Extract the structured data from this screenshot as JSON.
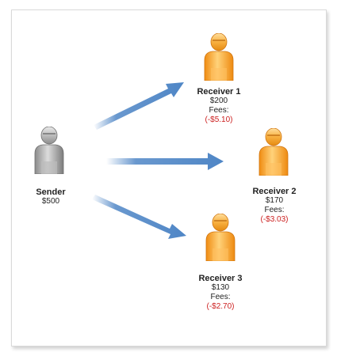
{
  "sender": {
    "label": "Sender",
    "amount": "$500"
  },
  "receivers": [
    {
      "label": "Receiver 1",
      "amount": "$200",
      "fees_label": "Fees:",
      "fees": "(-$5.10)"
    },
    {
      "label": "Receiver 2",
      "amount": "$170",
      "fees_label": "Fees:",
      "fees": "(-$3.03)"
    },
    {
      "label": "Receiver 3",
      "amount": "$130",
      "fees_label": "Fees:",
      "fees": "(-$2.70)"
    }
  ],
  "colors": {
    "sender_person": "#a9a9a9",
    "receiver_person": "#f7a234",
    "arrow": "#4f86c6",
    "fee_text": "#cc1f1f"
  },
  "icons": {
    "person": "person-icon",
    "arrow": "arrow-right"
  }
}
